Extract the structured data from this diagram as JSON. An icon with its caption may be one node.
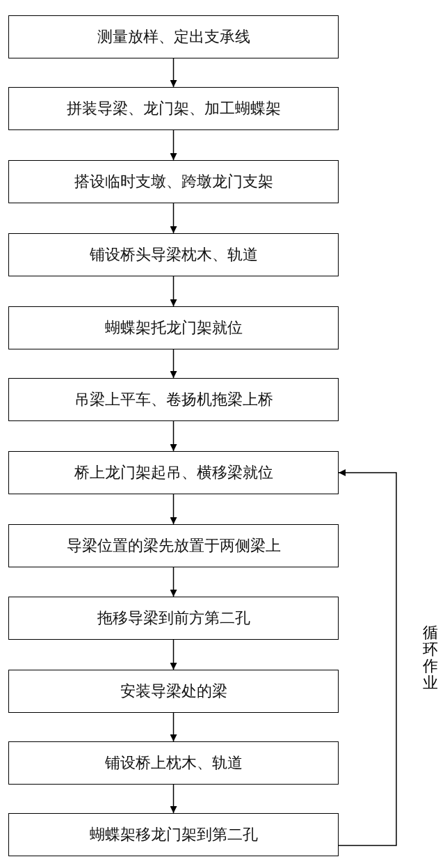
{
  "diagram": {
    "nodes": [
      {
        "text": [
          "测量放样、定出支承线"
        ]
      },
      {
        "text": [
          "拼装导梁、龙门架、加工蝴蝶架"
        ]
      },
      {
        "text": [
          "搭设临时支墩、跨墩龙门支架"
        ]
      },
      {
        "text": [
          "铺设桥头导梁枕木、轨道"
        ]
      },
      {
        "text": [
          "蝴蝶架托龙门架就位"
        ]
      },
      {
        "text": [
          "吊梁上平车、卷扬机拖梁上桥"
        ]
      },
      {
        "text": [
          "桥上龙门架起吊、横移梁就位"
        ]
      },
      {
        "text": [
          "导梁位置的梁先放置于两侧梁上"
        ]
      },
      {
        "text": [
          "拖移导梁到前方第二孔"
        ]
      },
      {
        "text": [
          "安装导梁处的梁"
        ]
      },
      {
        "text": [
          "铺设桥上枕木、轨道"
        ]
      },
      {
        "text": [
          "蝴蝶架移龙门架到第二孔"
        ]
      }
    ],
    "edges": [
      {
        "from": 0,
        "to": 1,
        "arrow": "to"
      },
      {
        "from": 1,
        "to": 2,
        "arrow": "to"
      },
      {
        "from": 2,
        "to": 3,
        "arrow": "to"
      },
      {
        "from": 3,
        "to": 4,
        "arrow": "to"
      },
      {
        "from": 4,
        "to": 5,
        "arrow": "to"
      },
      {
        "from": 5,
        "to": 6,
        "arrow": "to"
      },
      {
        "from": 6,
        "to": 7,
        "arrow": "to"
      },
      {
        "from": 7,
        "to": 8,
        "arrow": "to"
      },
      {
        "from": 8,
        "to": 9,
        "arrow": "to"
      },
      {
        "from": 9,
        "to": 10,
        "arrow": "to"
      },
      {
        "from": 10,
        "to": 11,
        "arrow": "to"
      },
      {
        "from": 11,
        "to": 6,
        "arrow": "to",
        "label": "循环作业"
      }
    ]
  }
}
